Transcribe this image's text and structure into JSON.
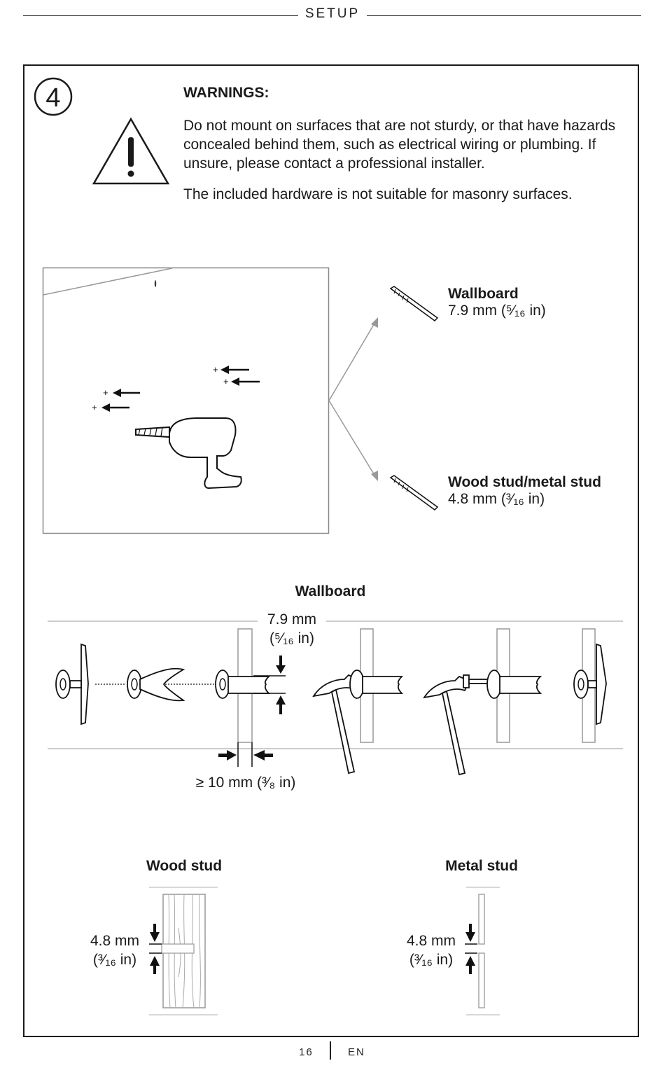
{
  "header": {
    "section": "SETUP"
  },
  "step": {
    "number": "4"
  },
  "warnings": {
    "title": "WARNINGS:",
    "paragraph1": "Do not mount on surfaces that are not sturdy, or that have hazards concealed behind them, such as electrical wiring or plumbing. If unsure, please contact a professional installer.",
    "paragraph2": "The included hardware is not suitable for masonry surfaces."
  },
  "drill_bits": [
    {
      "name": "Wallboard",
      "size": "7.9 mm (⁵⁄₁₆ in)"
    },
    {
      "name": "Wood stud/metal stud",
      "size": "4.8 mm (³⁄₁₆ in)"
    }
  ],
  "wallboard_section": {
    "title": "Wallboard",
    "hole_size_line1": "7.9 mm",
    "hole_size_line2": "(⁵⁄₁₆ in)",
    "wall_thickness": "≥ 10 mm (³⁄₈ in)"
  },
  "studs": [
    {
      "title": "Wood stud",
      "size_line1": "4.8 mm",
      "size_line2": "(³⁄₁₆ in)"
    },
    {
      "title": "Metal stud",
      "size_line1": "4.8 mm",
      "size_line2": "(³⁄₁₆ in)"
    }
  ],
  "footer": {
    "page": "16",
    "language": "EN"
  }
}
